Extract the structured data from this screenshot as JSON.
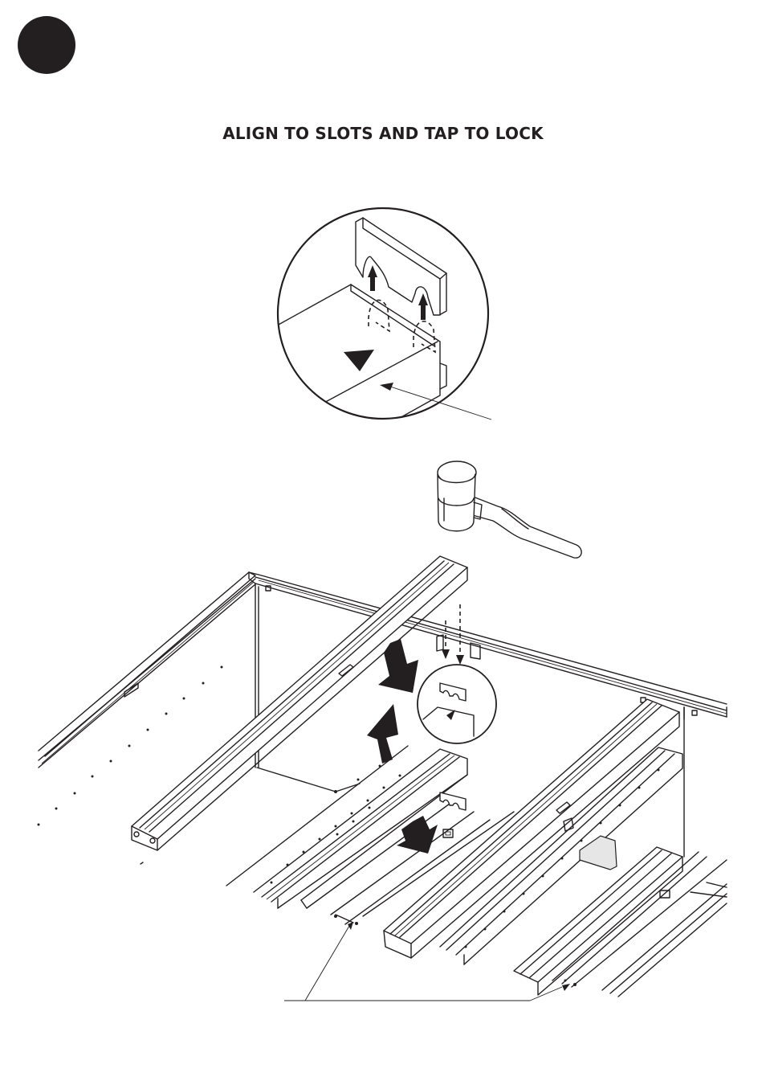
{
  "step": {
    "number": ""
  },
  "instruction": {
    "title": "ALIGN TO SLOTS AND TAP TO LOCK"
  },
  "icons": [
    "step-number-badge",
    "mallet-icon",
    "bracket-slot-detail",
    "downward-arrow-icon",
    "upward-arrow-icon"
  ],
  "colors": {
    "ink": "#231f20",
    "paper": "#ffffff"
  }
}
